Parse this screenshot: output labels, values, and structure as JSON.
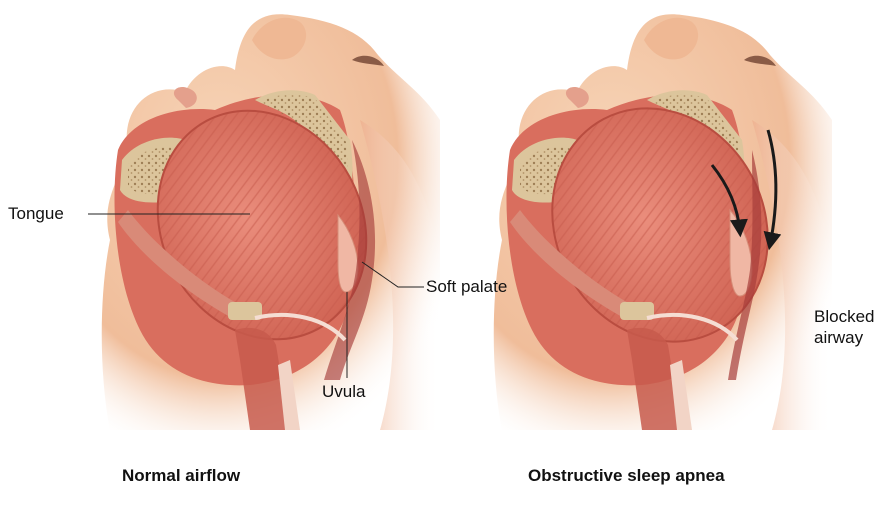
{
  "labels": {
    "tongue": "Tongue",
    "soft_palate": "Soft palate",
    "uvula": "Uvula",
    "blocked_airway_line1": "Blocked",
    "blocked_airway_line2": "airway"
  },
  "captions": {
    "left": "Normal airflow",
    "right": "Obstructive sleep apnea"
  },
  "colors": {
    "skin": "#f3c7a3",
    "skin_shadow": "#e8a988",
    "tissue": "#d96e5e",
    "tongue": "#e07c6c",
    "tongue_ridge": "#c9594c",
    "bone": "#dcc59c",
    "bone_dots": "#8e6e45",
    "palate": "#f0b7a4",
    "airway": "#a63d3a",
    "arrow": "#1a1a1a"
  }
}
